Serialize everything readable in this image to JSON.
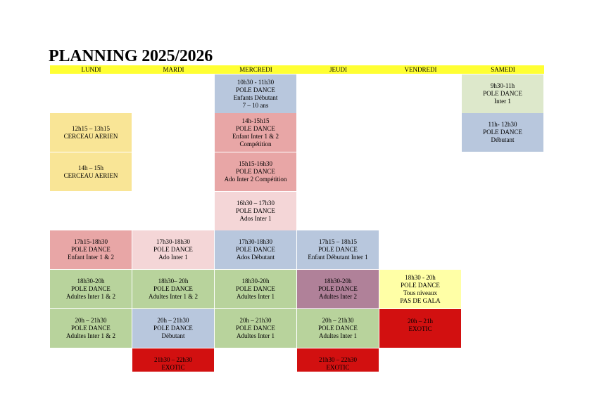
{
  "title": "PLANNING 2025/2026",
  "days": [
    "LUNDI",
    "MARDI",
    "MERCREDI",
    "JEUDI",
    "VENDREDI",
    "SAMEDI"
  ],
  "colors": {
    "header": "#ffff33",
    "light_blue": "#b8c7dd",
    "light_green_pale": "#dde8cb",
    "yellow": "#f9e596",
    "pink": "#e8a6a6",
    "light_pink": "#f4d6d7",
    "green": "#b8d39c",
    "mauve": "#b08199",
    "pale_yellow": "#ffffa6",
    "red": "#d21010"
  },
  "sessions": {
    "mer_1": {
      "time": "10h30 - 11h30",
      "lines": [
        "POLE DANCE",
        "Enfants Débutant",
        "7 – 10 ans"
      ]
    },
    "sam_1": {
      "time": "9h30-11h",
      "lines": [
        "POLE DANCE",
        "Inter 1"
      ]
    },
    "lun_1": {
      "time": "12h15 – 13h15",
      "lines": [
        "CERCEAU AERIEN"
      ]
    },
    "mer_2": {
      "time": "14h-15h15",
      "lines": [
        "POLE DANCE",
        "Enfant Inter 1 & 2",
        "Compétition"
      ]
    },
    "sam_2": {
      "time": "11h- 12h30",
      "lines": [
        "POLE DANCE",
        "Débutant"
      ]
    },
    "lun_2": {
      "time": "14h – 15h",
      "lines": [
        "CERCEAU AERIEN"
      ]
    },
    "mer_3": {
      "time": "15h15-16h30",
      "lines": [
        "POLE DANCE",
        "Ado Inter 2 Compétition"
      ]
    },
    "mer_4": {
      "time": "16h30 – 17h30",
      "lines": [
        "POLE DANCE",
        "Ados Inter 1"
      ]
    },
    "lun_3": {
      "time": "17h15-18h30",
      "lines": [
        "POLE DANCE",
        "Enfant Inter 1 & 2"
      ]
    },
    "mar_1": {
      "time": "17h30-18h30",
      "lines": [
        "POLE DANCE",
        "Ado Inter 1"
      ]
    },
    "mer_5": {
      "time": "17h30-18h30",
      "lines": [
        "POLE DANCE",
        "Ados Débutant"
      ]
    },
    "jeu_1": {
      "time": "17h15 – 18h15",
      "lines": [
        "POLE DANCE",
        "Enfant Débutant Inter 1"
      ]
    },
    "lun_4": {
      "time": "18h30-20h",
      "lines": [
        "POLE DANCE",
        "Adultes Inter 1 & 2"
      ]
    },
    "mar_2": {
      "time": "18h30– 20h",
      "lines": [
        "POLE DANCE",
        "Adultes Inter 1 & 2"
      ]
    },
    "mer_6": {
      "time": "18h30-20h",
      "lines": [
        "POLE DANCE",
        "Adultes Inter 1"
      ]
    },
    "jeu_2": {
      "time": "18h30-20h",
      "lines": [
        "POLE DANCE",
        "Adultes Inter 2"
      ]
    },
    "ven_1": {
      "time": "18h30 - 20h",
      "lines": [
        "POLE DANCE",
        "Tous niveaux",
        "PAS DE GALA"
      ]
    },
    "lun_5": {
      "time": "20h – 21h30",
      "lines": [
        "POLE DANCE",
        "Adultes Inter 1 & 2"
      ]
    },
    "mar_3": {
      "time": "20h – 21h30",
      "lines": [
        "POLE DANCE",
        "Débutant"
      ]
    },
    "mer_7": {
      "time": "20h – 21h30",
      "lines": [
        "POLE DANCE",
        "Adultes Inter 1"
      ]
    },
    "jeu_3": {
      "time": "20h – 21h30",
      "lines": [
        "POLE DANCE",
        "Adultes Inter 1"
      ]
    },
    "ven_2": {
      "time": "20h – 21h",
      "lines": [
        "EXOTIC"
      ]
    },
    "mar_4": {
      "time": "21h30 – 22h30",
      "lines": [
        "EXOTIC"
      ]
    },
    "jeu_4": {
      "time": "21h30 – 22h30",
      "lines": [
        "EXOTIC"
      ]
    }
  }
}
